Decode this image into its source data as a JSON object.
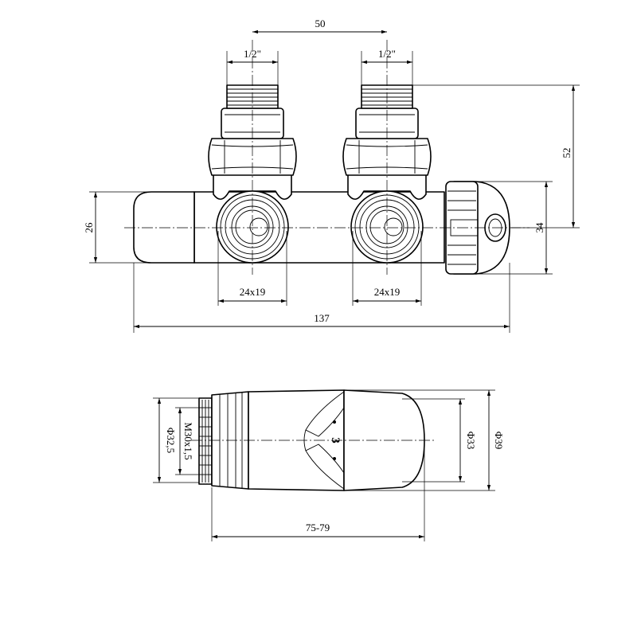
{
  "top_view": {
    "dim_spacing": "50",
    "dim_thread_left": "1/2\"",
    "dim_thread_right": "1/2\"",
    "dim_height": "52",
    "dim_body": "26",
    "dim_cap": "34",
    "dim_nut_left": "24x19",
    "dim_nut_right": "24x19",
    "dim_length": "137"
  },
  "head_view": {
    "dim_m30": "M30x1,5",
    "dim_d325": "Φ32,5",
    "dim_d33": "Φ33",
    "dim_d39": "Φ39",
    "dim_len": "75-79",
    "knob_setting": "3"
  }
}
